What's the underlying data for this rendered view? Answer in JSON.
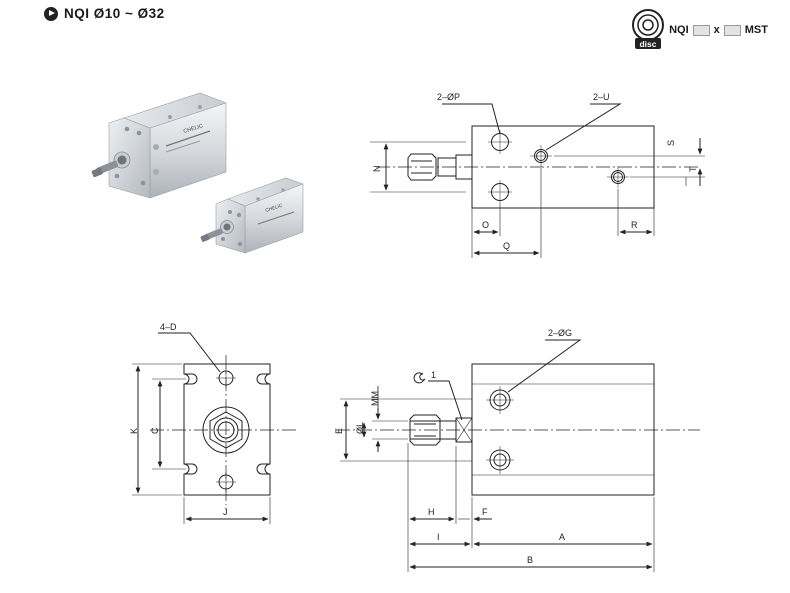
{
  "header": {
    "title": "NQI Ø10 ~ Ø32"
  },
  "model_code": {
    "logo_text": "disc",
    "prefix": "NQI",
    "separator": "x",
    "suffix": "MST"
  },
  "photo": {
    "label_large": "CHELIC",
    "label_small": "CHELIC"
  },
  "top_view": {
    "labels": {
      "p": "2–ØP",
      "u": "2–U",
      "n": "N",
      "s": "S",
      "t": "T",
      "o": "O",
      "q": "Q",
      "r": "R"
    }
  },
  "front_view": {
    "labels": {
      "d": "4–D",
      "k": "K",
      "c": "C",
      "j": "J"
    }
  },
  "side_view": {
    "labels": {
      "g": "2–ØG",
      "wrench": "1",
      "mm": "MM",
      "e": "E",
      "l": "ØL",
      "h": "H",
      "f": "F",
      "i": "I",
      "a": "A",
      "b": "B"
    }
  }
}
